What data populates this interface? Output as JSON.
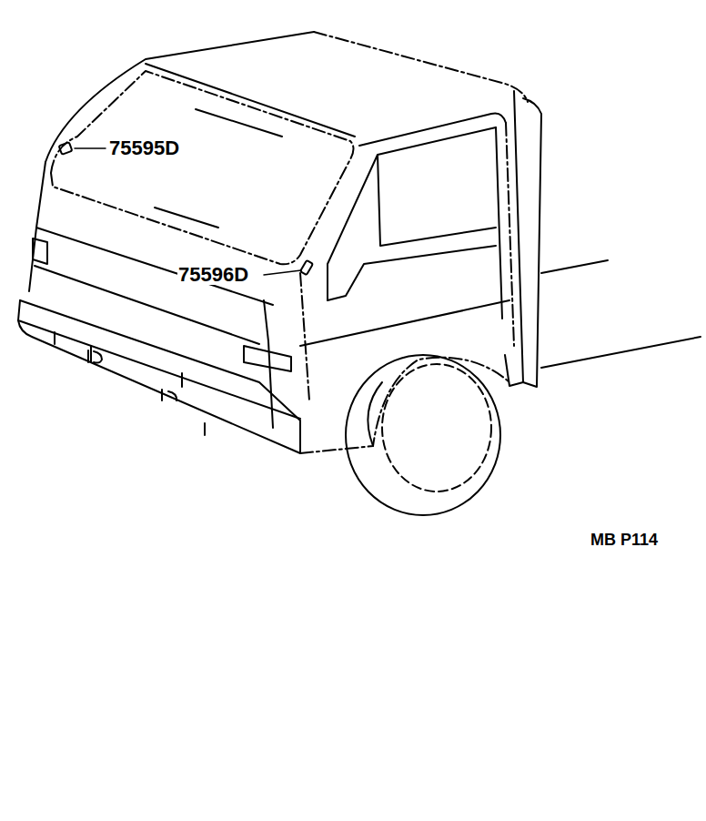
{
  "diagram": {
    "labels": [
      "75595D",
      "75596D",
      "MB P114"
    ]
  }
}
